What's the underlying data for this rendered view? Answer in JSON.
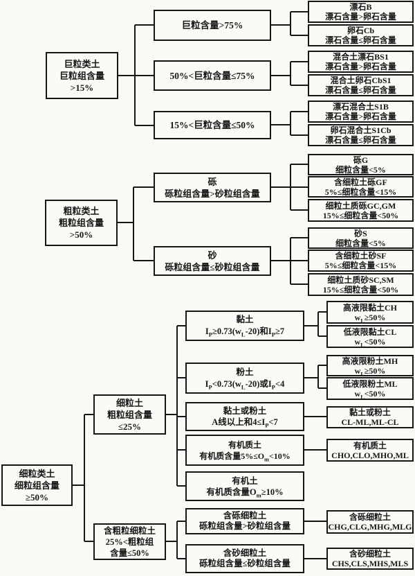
{
  "diagram_colors": {
    "line": "#161616",
    "paper": "#fbfaf6",
    "ink": "#161616"
  },
  "boxes": {
    "giant_root": {
      "lines": [
        "巨粒类土",
        "巨粒组含量",
        ">15%"
      ]
    },
    "giant_gt75": {
      "lines": [
        "巨粒含量>75%"
      ]
    },
    "giant_50_75": {
      "lines": [
        "50%<巨粒含量≤75%"
      ]
    },
    "giant_15_50": {
      "lines": [
        "15%<巨粒含量≤50%"
      ]
    },
    "boulder_B": {
      "lines": [
        "漂石B",
        "漂石含量>卵石含量"
      ]
    },
    "cobble_Cb": {
      "lines": [
        "卵石Cb",
        "漂石含量≤卵石含量"
      ]
    },
    "mixed_boulder_BS1": {
      "lines": [
        "混合土漂石BS1",
        "漂石含量>卵石含量"
      ]
    },
    "mixed_cobble_CbS1": {
      "lines": [
        "混合土卵石CbS1",
        "漂石含量≤卵石含量"
      ]
    },
    "boulder_mixed_S1B": {
      "lines": [
        "漂石混合土S1B",
        "漂石含量>卵石含量"
      ]
    },
    "cobble_mixed_S1Cb": {
      "lines": [
        "卵石混合土S1Cb",
        "漂石含量≤卵石含量"
      ]
    },
    "coarse_root": {
      "lines": [
        "粗粒类土",
        "粗粒组含量",
        ">50%"
      ]
    },
    "gravel_group": {
      "lines": [
        "砾",
        "砾粒组含量>砂粒组含量"
      ]
    },
    "sand_group": {
      "lines": [
        "砂",
        "砾粒组含量≤砂粒组含量"
      ]
    },
    "gravel_G": {
      "lines": [
        "砾G",
        "细粒含量<5%"
      ]
    },
    "gravel_GF": {
      "lines": [
        "含细粒土砾GF",
        "5%≤细粒含量<15%"
      ]
    },
    "gravel_GC_GM": {
      "lines": [
        "细粒土质砾GC,GM",
        "15%≤细粒含量<50%"
      ]
    },
    "sand_S": {
      "lines": [
        "砂S",
        "细粒含量<5%"
      ]
    },
    "sand_SF": {
      "lines": [
        "含细粒土砂SF",
        "5%≤细粒含量<15%"
      ]
    },
    "sand_SC_SM": {
      "lines": [
        "细粒土质砂SC,SM",
        "15%≤细粒含量<50%"
      ]
    },
    "fine_root": {
      "lines": [
        "细粒类土",
        "细粒组含量",
        "≥50%"
      ]
    },
    "fine_soil": {
      "lines": [
        "细粒土",
        "粗粒组含量",
        "≤25%"
      ]
    },
    "coarse_bearing_fine": {
      "lines": [
        "含粗粒细粒土",
        "25%<粗粒组",
        "含量≤50%"
      ]
    },
    "clay": {
      "lines": [
        "黏土",
        "I_{P}≥0.73(w_{L}-20)和I_{P}≥7"
      ]
    },
    "silt": {
      "lines": [
        "粉土",
        "I_{P}<0.73(w_{L}-20)或I_{P}<4"
      ]
    },
    "clay_or_silt": {
      "lines": [
        "黏土或粉土",
        "A线以上和4≤I_{P}<7"
      ]
    },
    "organic_bearing": {
      "lines": [
        "有机质土",
        "有机质含量5%≤O_{m}<10%"
      ]
    },
    "organic_soil": {
      "lines": [
        "有机土",
        "有机质含量O_{m}≥10%"
      ]
    },
    "gravelly_fine": {
      "lines": [
        "含砾细粒土",
        "砾粒组含量>砂粒组含量"
      ]
    },
    "sandy_fine": {
      "lines": [
        "含砂细粒土",
        "砾粒组含量≤砂粒组含量"
      ]
    },
    "CH": {
      "lines": [
        "高液限黏土CH",
        "w_{L}≥50%"
      ]
    },
    "CL": {
      "lines": [
        "低液限黏土CL",
        "w_{L}<50%"
      ]
    },
    "MH": {
      "lines": [
        "高液限粉土MH",
        "w_{L}≥50%"
      ]
    },
    "ML": {
      "lines": [
        "低液限粉土ML",
        "w_{L}<50%"
      ]
    },
    "CL_ML": {
      "lines": [
        "黏土或粉土",
        "CL-ML,ML-CL"
      ]
    },
    "organic_codes": {
      "lines": [
        "有机质土",
        "CHO,CLO,MHO,ML"
      ]
    },
    "gravelly_fine_codes": {
      "lines": [
        "含砾细粒土",
        "CHG,CLG,MHG,MLG"
      ]
    },
    "sandy_fine_codes": {
      "lines": [
        "含砂细粒土",
        "CHS,CLS,MHS,MLS"
      ]
    }
  }
}
